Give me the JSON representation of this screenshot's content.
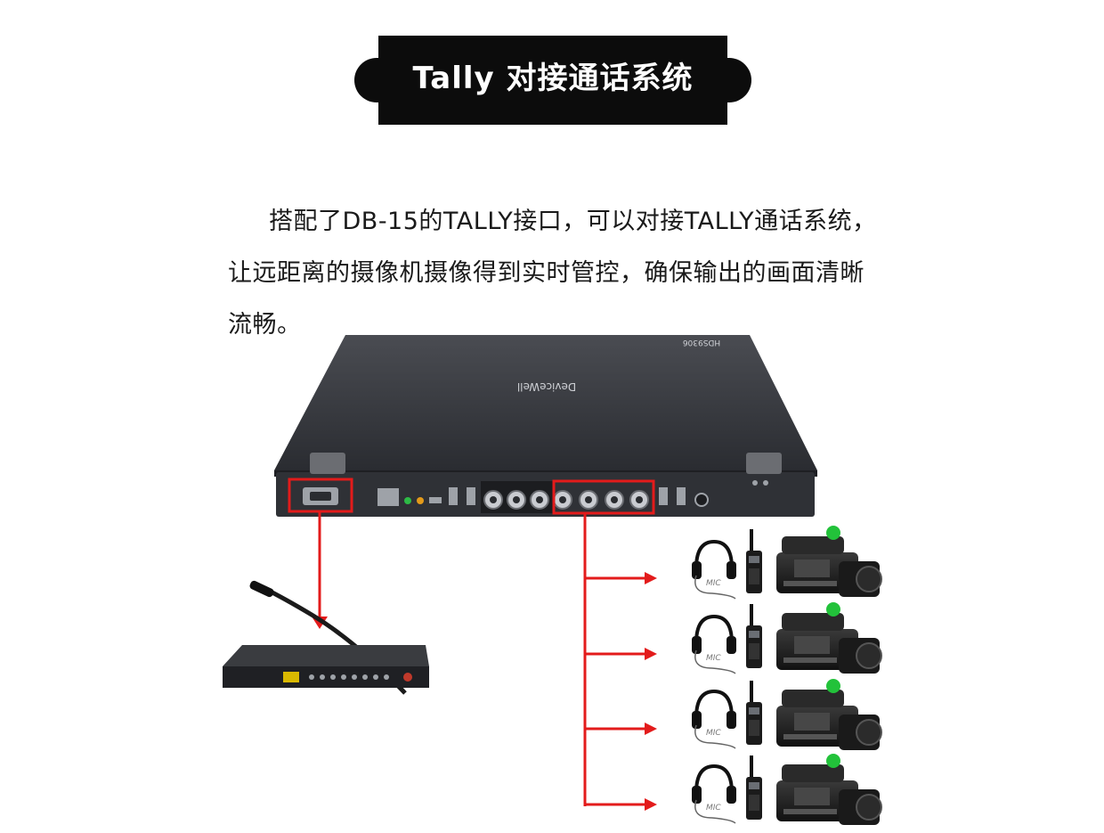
{
  "title": "Tally 对接通话系统",
  "description": "搭配了DB-15的TALLY接口，可以对接TALLY通话系统，让远距离的摄像机摄像得到实时管控，确保输出的画面清晰流畅。",
  "device": {
    "brand": "DeviceWell",
    "model": "HDS9306"
  },
  "endpoints": [
    {
      "label": "MIC"
    },
    {
      "label": "MIC"
    },
    {
      "label": "MIC"
    },
    {
      "label": "MIC"
    }
  ],
  "colors": {
    "banner": "#0c0c0c",
    "highlight": "#e31b1b",
    "device_body": "#2f3136",
    "tally_light": "#22c23a"
  }
}
